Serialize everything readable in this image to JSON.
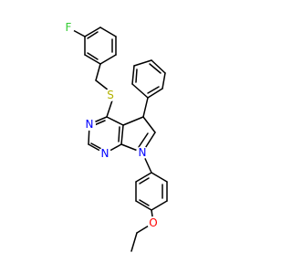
{
  "molecule": {
    "atom_labels": {
      "fluorine": "F",
      "sulfur": "S",
      "nitrogen_1": "N",
      "nitrogen_2": "N",
      "nitrogen_7": "N",
      "oxygen": "O"
    },
    "colors": {
      "bond": "#000000",
      "fluorine": "#33cc33",
      "sulfur": "#b2b200",
      "nitrogen": "#0000ff",
      "oxygen": "#ff0000"
    }
  }
}
